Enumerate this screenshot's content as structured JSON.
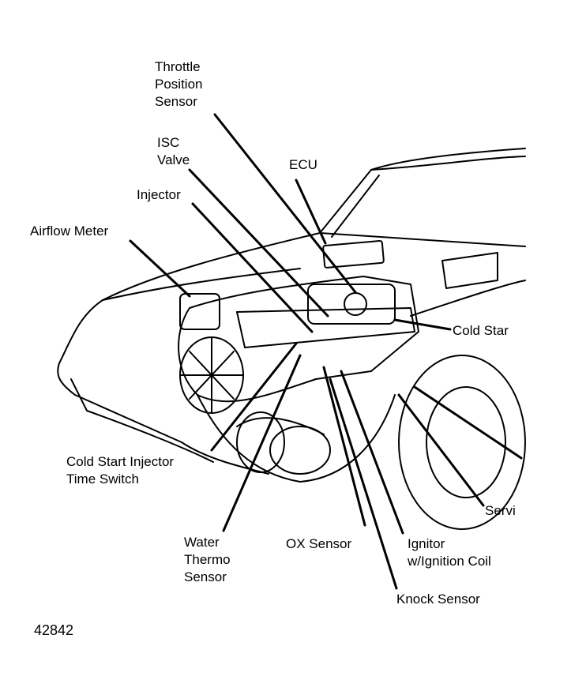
{
  "figure_number": "42842",
  "labels": {
    "throttle_position_sensor": "Throttle\nPosition\nSensor",
    "isc_valve": "ISC\nValve",
    "ecu": "ECU",
    "injector": "Injector",
    "airflow_meter": "Airflow Meter",
    "cold_start": "Cold Star",
    "cold_start_injector_time_switch": "Cold Start Injector\nTime Switch",
    "servi": "Servi",
    "water_thermo_sensor": "Water\nThermo\nSensor",
    "ox_sensor": "OX Sensor",
    "ignitor_coil": "Ignitor\nw/Ignition Coil",
    "knock_sensor": "Knock Sensor"
  },
  "colors": {
    "ink": "#000000",
    "paper": "#ffffff"
  }
}
